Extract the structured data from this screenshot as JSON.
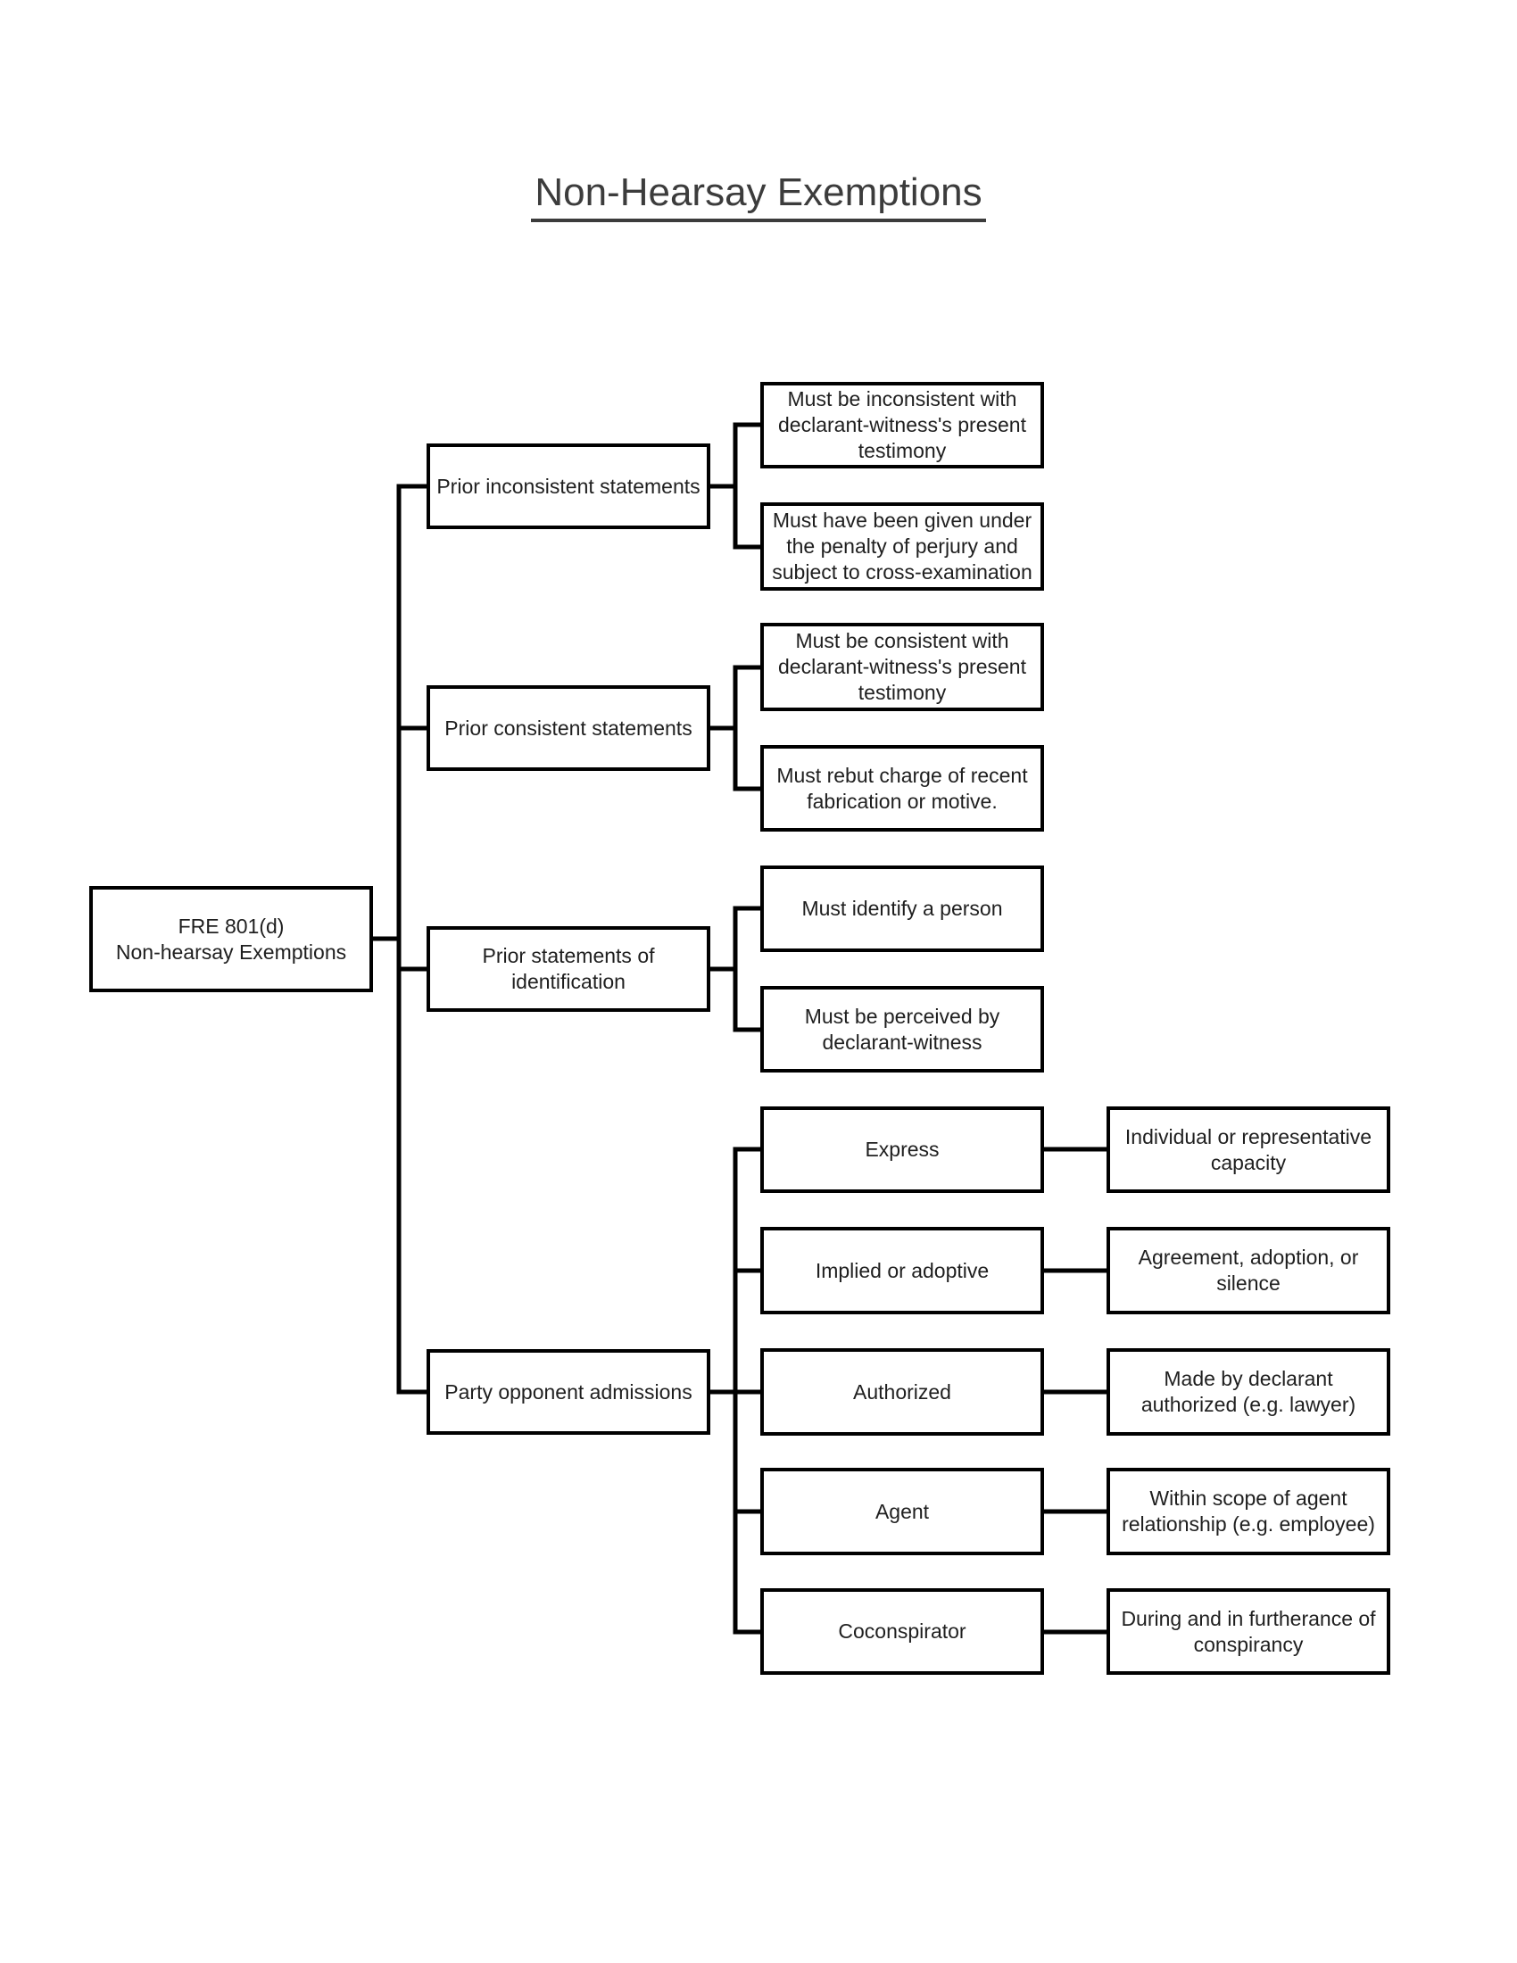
{
  "title": "Non-Hearsay Exemptions",
  "root": {
    "line1": "FRE 801(d)",
    "line2": "Non-hearsay Exemptions"
  },
  "branches": [
    {
      "label": "Prior inconsistent statements",
      "children": [
        {
          "text": "Must be inconsistent with declarant-witness's present testimony"
        },
        {
          "text": "Must have been given under the penalty of perjury and subject to cross-examination"
        }
      ]
    },
    {
      "label": "Prior consistent statements",
      "children": [
        {
          "text": "Must be consistent with declarant-witness's present testimony"
        },
        {
          "text": "Must rebut charge of recent fabrication or motive."
        }
      ]
    },
    {
      "label": "Prior statements of identification",
      "children": [
        {
          "text": "Must identify a person"
        },
        {
          "text": "Must be perceived by declarant-witness"
        }
      ]
    },
    {
      "label": "Party opponent admissions",
      "children": [
        {
          "text": "Express",
          "detail": "Individual or representative capacity"
        },
        {
          "text": "Implied or adoptive",
          "detail": "Agreement, adoption, or silence"
        },
        {
          "text": "Authorized",
          "detail": "Made by declarant authorized (e.g. lawyer)"
        },
        {
          "text": "Agent",
          "detail": "Within scope of agent relationship (e.g. employee)"
        },
        {
          "text": "Coconspirator",
          "detail": "During and in furtherance of conspirancy"
        }
      ]
    }
  ],
  "colors": {
    "background": "#ffffff",
    "box_border": "#000000",
    "box_text": "#1f1f1f",
    "title_text": "#3c3c3c",
    "connector": "#000000"
  }
}
